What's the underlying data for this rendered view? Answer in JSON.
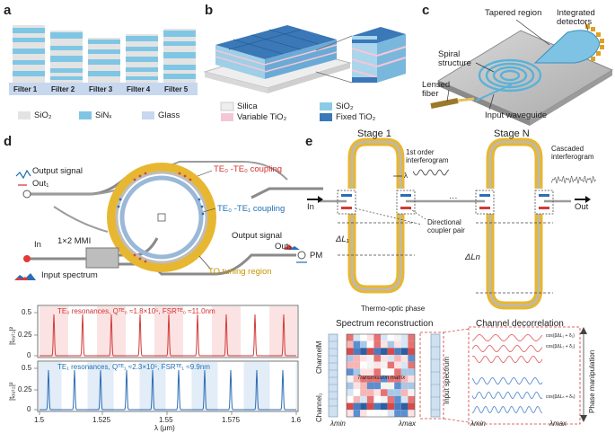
{
  "panel_a": {
    "letter": "a",
    "filters": [
      "Filter 1",
      "Filter 2",
      "Filter 3",
      "Filter 4",
      "Filter 5"
    ],
    "legend": [
      "SiO₂",
      "SiNₓ",
      "Glass"
    ]
  },
  "panel_b": {
    "letter": "b",
    "legend": [
      "Silica",
      "Variable TiO₂",
      "SiO₂",
      "Fixed TiO₂"
    ]
  },
  "panel_c": {
    "letter": "c",
    "labels": {
      "tapered": "Tapered region",
      "detectors": "Integrated detectors",
      "spiral": "Spiral structure",
      "fiber": "Lensed fiber",
      "waveguide": "Input waveguide"
    }
  },
  "panel_d": {
    "letter": "d",
    "labels": {
      "output_signal_1": "Output signal",
      "out1": "Out₁",
      "te0_coupling": "TE₀ -TE₀ coupling",
      "te0_te1_coupling": "TE₀ -TE₁ coupling",
      "mmi": "1×2 MMI",
      "in": "In",
      "output_signal_2": "Output signal",
      "out2": "Out₂",
      "pm": "PM",
      "input_spectrum": "Input spectrum",
      "to_region": "TO tuning region"
    },
    "plot_top": {
      "title": "TE₀ resonances, Qᵀᴱ₀ ≈1.8×10⁵, FSRᵀᴱ₀ ≈11.0nm",
      "ylabel": "|tₒᵤₜ₁|²",
      "yticks": [
        "0.5",
        "0.25",
        "0"
      ]
    },
    "plot_bottom": {
      "title": "TE₁ resonances, Qᵀᴱ₁ ≈2.3×10⁵, FSRᵀᴱ₁ ≈9.9nm",
      "ylabel": "|tₒᵤₜ₂|²",
      "yticks": [
        "0.5",
        "0.25",
        "0"
      ],
      "xticks": [
        "1.5",
        "1.525",
        "1.55",
        "1.575",
        "1.6"
      ],
      "xlabel": "λ (μm)"
    }
  },
  "panel_e": {
    "letter": "e",
    "labels": {
      "stage1": "Stage 1",
      "stageN": "Stage N",
      "first_order": "1st order interferogram",
      "cascaded": "Cascaded interferogram",
      "in": "In",
      "out": "Out",
      "lambda": "λ",
      "dots": "···",
      "dc_pair": "Directional coupler pair",
      "dL1": "ΔL₁",
      "dLn": "ΔLn",
      "thermo": "Thermo-optic phase",
      "spec_recon": "Spectrum reconstruction",
      "chan_decor": "Channel decorrelation",
      "channel_m": "ChannelM",
      "channel_1": "Channel₁",
      "transmission": "Transmission matrix",
      "input_spectrum": "Input spectrum",
      "lambda_min": "λmin",
      "lambda_max": "λmax",
      "phase_manip": "Phase manipulation",
      "cos1": "cos(βΔL₁ + δ₁)",
      "cos2": "cos(βΔL₂ + δ₂)",
      "cosN": "cos(βΔLₙ + δₙ)"
    }
  }
}
